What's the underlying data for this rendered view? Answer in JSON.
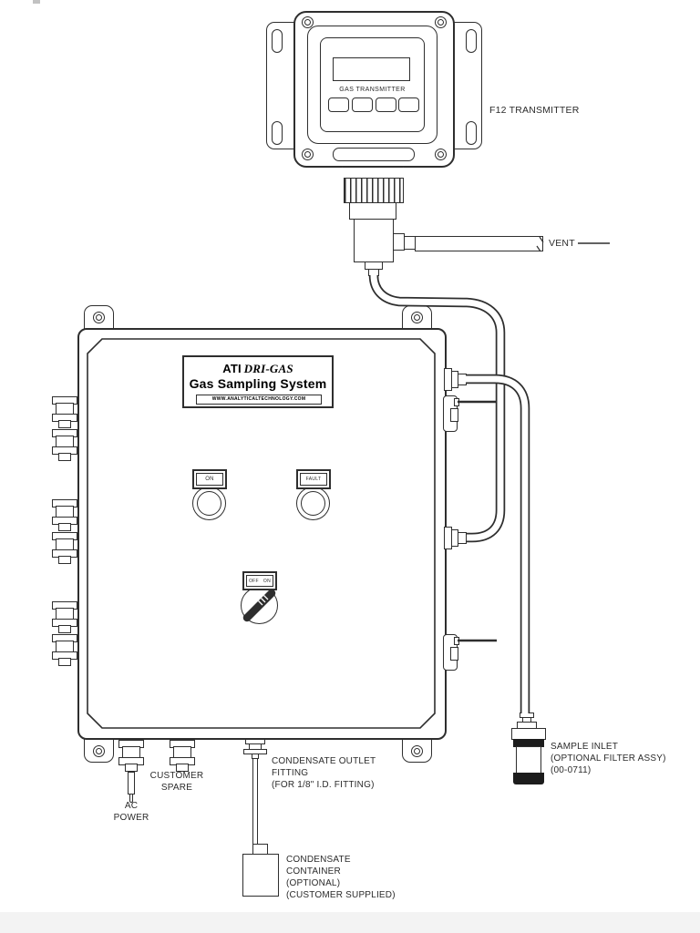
{
  "colors": {
    "line": "#2e2e2e",
    "dark_fill": "#1c1c1c",
    "footer_bar": "#f3f3f3"
  },
  "transmitter": {
    "display_label": "GAS TRANSMITTER",
    "callout": "F12 TRANSMITTER"
  },
  "vent": {
    "label": "VENT"
  },
  "enclosure": {
    "title": {
      "brand": "ATI",
      "model": "DRI-GAS",
      "line2": "Gas Sampling System",
      "url": "WWW.ANALYTICALTECHNOLOGY.COM"
    },
    "indicators": {
      "on": "ON",
      "fault": "FAULT"
    },
    "switch": {
      "off": "OFF",
      "on": "ON"
    }
  },
  "callouts": {
    "ac_power": [
      "AC",
      "POWER"
    ],
    "customer_spare": [
      "CUSTOMER",
      "SPARE"
    ],
    "condensate_outlet": [
      "CONDENSATE OUTLET",
      "FITTING",
      "(FOR 1/8\" I.D. FITTING)"
    ],
    "sample_inlet": [
      "SAMPLE INLET",
      "(OPTIONAL FILTER ASSY)",
      "(00-0711)"
    ],
    "condensate_container": [
      "CONDENSATE",
      "CONTAINER",
      "(OPTIONAL)",
      "(CUSTOMER SUPPLIED)"
    ]
  }
}
